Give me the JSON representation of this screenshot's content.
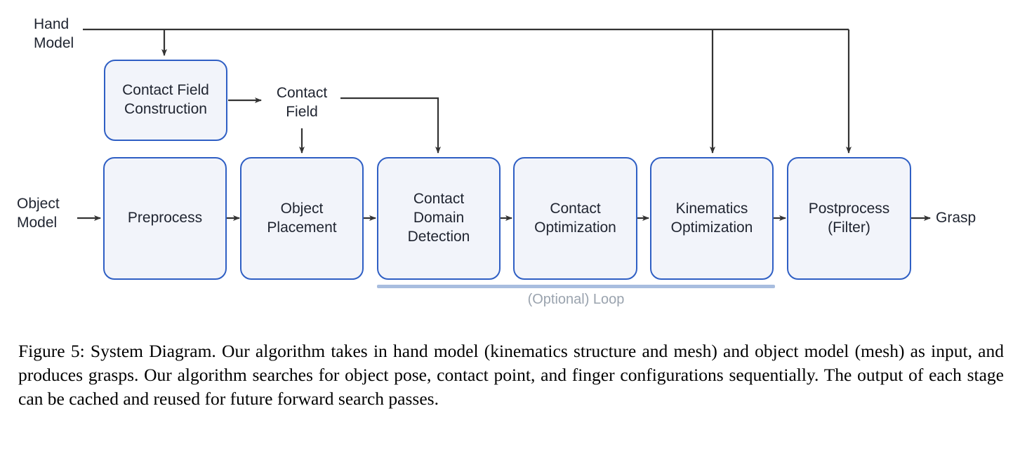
{
  "figure": {
    "number": "Figure 5",
    "caption": "Figure 5: System Diagram. Our algorithm takes in hand model (kinematics structure and mesh) and object model (mesh) as input, and produces grasps. Our algorithm searches for object pose, contact point, and finger configurations sequentially. The output of each stage can be cached and reused for future forward search passes."
  },
  "colors": {
    "node_border": "#2f5fc4",
    "node_fill": "#f2f4fa",
    "edge": "#333333",
    "loop_bar": "#a8bddf",
    "loop_text": "#9aa3ae",
    "text": "#1f2430"
  },
  "diagram": {
    "title": "System Diagram",
    "inputs": [
      {
        "id": "hand-model",
        "label": "Hand\nModel"
      },
      {
        "id": "object-model",
        "label": "Object\nModel"
      }
    ],
    "intermediates": [
      {
        "id": "contact-field",
        "label": "Contact\nField"
      }
    ],
    "outputs": [
      {
        "id": "grasp",
        "label": "Grasp"
      }
    ],
    "nodes": [
      {
        "id": "contact-field-construction",
        "label": "Contact Field\nConstruction",
        "row": "top"
      },
      {
        "id": "preprocess",
        "label": "Preprocess",
        "row": "main",
        "index": 1
      },
      {
        "id": "object-placement",
        "label": "Object\nPlacement",
        "row": "main",
        "index": 2
      },
      {
        "id": "contact-domain-detection",
        "label": "Contact\nDomain\nDetection",
        "row": "main",
        "index": 3
      },
      {
        "id": "contact-optimization",
        "label": "Contact\nOptimization",
        "row": "main",
        "index": 4
      },
      {
        "id": "kinematics-optimization",
        "label": "Kinematics\nOptimization",
        "row": "main",
        "index": 5
      },
      {
        "id": "postprocess-filter",
        "label": "Postprocess\n(Filter)",
        "row": "main",
        "index": 6
      }
    ],
    "loop": {
      "label": "(Optional) Loop",
      "spans": [
        "contact-domain-detection",
        "contact-optimization",
        "kinematics-optimization"
      ]
    },
    "edges": [
      {
        "from": "hand-model",
        "to": "contact-field-construction"
      },
      {
        "from": "hand-model",
        "to": "kinematics-optimization"
      },
      {
        "from": "hand-model",
        "to": "postprocess-filter"
      },
      {
        "from": "contact-field-construction",
        "to": "contact-field"
      },
      {
        "from": "contact-field",
        "to": "object-placement"
      },
      {
        "from": "contact-field",
        "to": "contact-domain-detection"
      },
      {
        "from": "object-model",
        "to": "preprocess"
      },
      {
        "from": "preprocess",
        "to": "object-placement"
      },
      {
        "from": "object-placement",
        "to": "contact-domain-detection"
      },
      {
        "from": "contact-domain-detection",
        "to": "contact-optimization"
      },
      {
        "from": "contact-optimization",
        "to": "kinematics-optimization"
      },
      {
        "from": "kinematics-optimization",
        "to": "postprocess-filter"
      },
      {
        "from": "postprocess-filter",
        "to": "grasp"
      }
    ]
  }
}
